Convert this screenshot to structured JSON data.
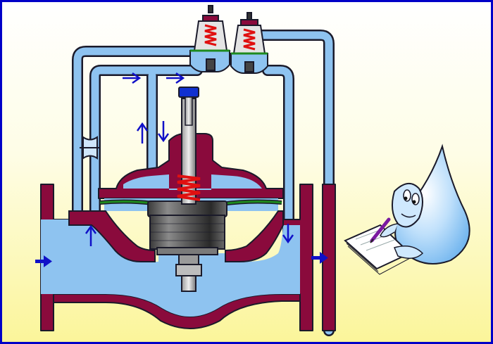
{
  "colors": {
    "frame_border": "#0000c8",
    "background_top": "#ffffff",
    "background_bottom": "#fbf59a",
    "water": "#8ec3f0",
    "valve_body": "#8a0a3c",
    "pipe_outline": "#1a1a2a",
    "diaphragm": "#1e8a1e",
    "piston": "#555555",
    "spring": "#e01010",
    "flow_arrow": "#1010c8",
    "handle": "#1030d0"
  },
  "diagram": {
    "subject": "pressure-reducing-valve",
    "flow_arrows": [
      {
        "name": "inlet-flow-arrow",
        "direction": "right"
      },
      {
        "name": "outlet-flow-arrow",
        "direction": "right"
      },
      {
        "name": "pilot-inlet-up-arrow",
        "direction": "up"
      },
      {
        "name": "pilot-top-right-arrow-1",
        "direction": "right"
      },
      {
        "name": "pilot-top-right-arrow-2",
        "direction": "right"
      },
      {
        "name": "chamber-up-arrow",
        "direction": "up"
      },
      {
        "name": "chamber-down-arrow",
        "direction": "down"
      },
      {
        "name": "downstream-sense-down-arrow",
        "direction": "down"
      }
    ],
    "mascot": "water-drop-character-writing",
    "pilot_count": 2
  }
}
